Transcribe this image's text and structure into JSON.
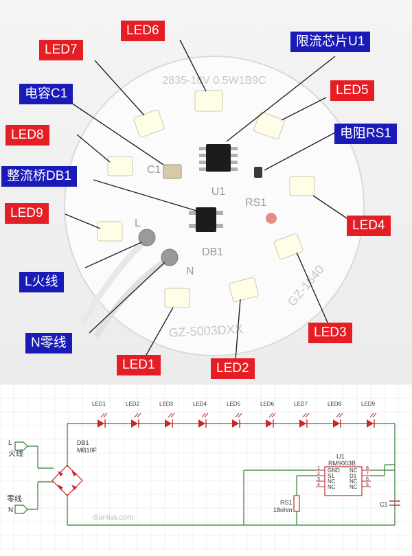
{
  "photo": {
    "pcb_text_top": "2835-18V 0.5W1B9C",
    "pcb_text_bottom": "GZ-5003DXX",
    "pcb_text_side": "GZ-1640",
    "silk_c1": "C1",
    "silk_u1": "U1",
    "silk_rs1": "RS1",
    "silk_db1": "DB1",
    "silk_l": "L",
    "silk_n": "N",
    "labels": {
      "led1": "LED1",
      "led2": "LED2",
      "led3": "LED3",
      "led4": "LED4",
      "led5": "LED5",
      "led6": "LED6",
      "led7": "LED7",
      "led8": "LED8",
      "led9": "LED9",
      "u1": "限流芯片U1",
      "c1": "电容C1",
      "rs1": "电阻RS1",
      "db1": "整流桥DB1",
      "l": "L火线",
      "n": "N零线"
    }
  },
  "schematic": {
    "leds": [
      "LED1",
      "LED2",
      "LED3",
      "LED4",
      "LED5",
      "LED6",
      "LED7",
      "LED8",
      "LED9"
    ],
    "l_port": "L",
    "l_name": "火线",
    "n_port": "N",
    "n_name": "零线",
    "db1_ref": "DB1",
    "db1_part": "MB10F",
    "u1_ref": "U1",
    "u1_part": "RM9003B",
    "u1_pin_nums_left": [
      "1",
      "2",
      "3",
      "4"
    ],
    "u1_pin_names_left": [
      "GND",
      "S1",
      "NC",
      "NC"
    ],
    "u1_pin_names_right": [
      "NC",
      "D1",
      "NC",
      "NC"
    ],
    "u1_pin_nums_right": [
      "8",
      "7",
      "6",
      "5"
    ],
    "rs1_ref": "RS1",
    "rs1_value": "18ohm",
    "c1_ref": "C1",
    "watermark": "dianlua.com"
  },
  "colors": {
    "red_label": "#e51e25",
    "blue_label": "#1a1ab8",
    "wire_green": "#2e7d32",
    "led_red": "#c62828"
  }
}
